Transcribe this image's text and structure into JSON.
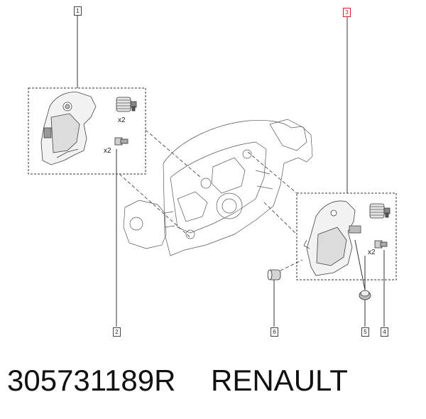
{
  "callouts": {
    "c1": "1",
    "c2": "2",
    "c3": "3",
    "c4": "4",
    "c5": "5",
    "c6": "6"
  },
  "quantities": {
    "spring_left": "x2",
    "bolt_left": "x2",
    "bolt_right": "x2"
  },
  "caption": {
    "part_number": "305731189R",
    "brand": "RENAULT"
  },
  "colors": {
    "line": "#333333",
    "highlight": "#d8232a"
  }
}
